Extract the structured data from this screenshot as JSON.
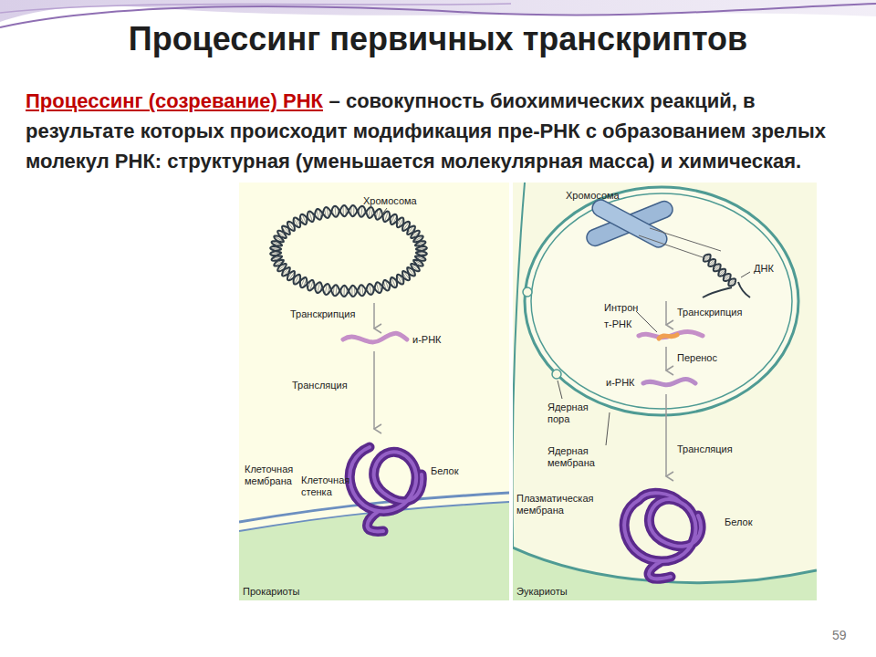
{
  "diagram": {
    "title": "Процессинг первичных транскриптов",
    "nodes": [
      {
        "text": [
          "Прокариоты"
        ]
      },
      {
        "text": [
          "Эукариоты"
        ]
      }
    ],
    "labels": [
      "Процессинг (созревание) РНК",
      "– совокупность биохимических реакций, в результате которых происходит модификация пре-РНК с образованием зрелых молекул РНК: структурная (уменьшается молекулярная масса) и химическая.",
      "Хромосома",
      "Транскрипция",
      "и-РНК",
      "Трансляция",
      "Белок",
      "Клеточная мембрана",
      "Клеточная стенка",
      "Хромосома",
      "ДНК",
      "Интрон",
      "Транскрипция",
      "т-РНК",
      "Перенос",
      "и-РНК",
      "Ядерная пора",
      "Ядерная мембрана",
      "Трансляция",
      "Плазматическая мембрана",
      "Белок",
      "59"
    ]
  }
}
